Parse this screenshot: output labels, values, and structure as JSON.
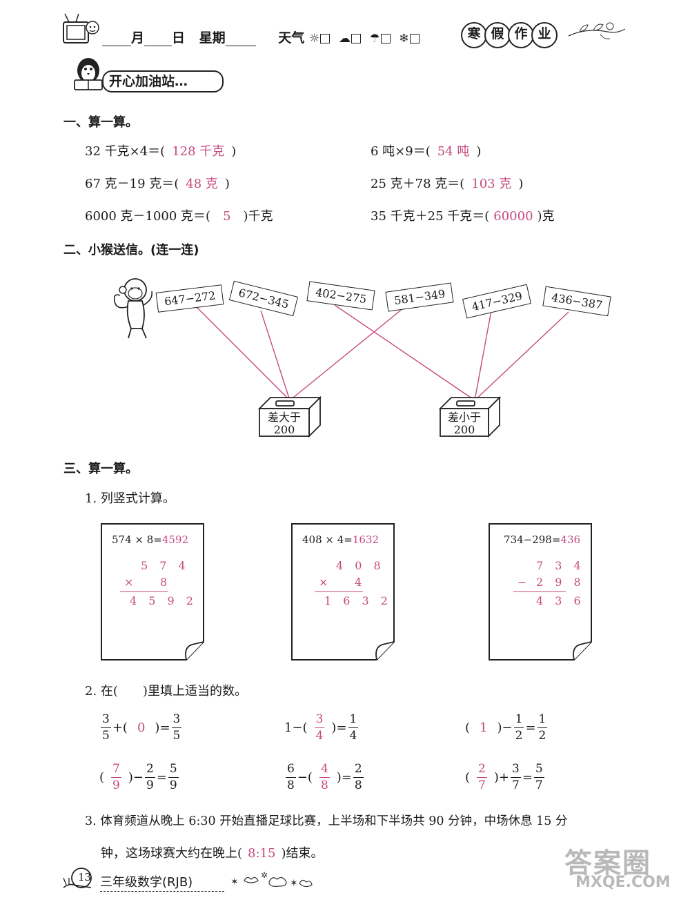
{
  "header": {
    "month": "月",
    "day": "日",
    "weekday": "星期",
    "weather": "天气",
    "badge": [
      "寒",
      "假",
      "作",
      "业"
    ]
  },
  "banner": {
    "title": "开心加油站…"
  },
  "section1": {
    "title": "一、算一算。",
    "items": [
      {
        "pre": "32 千克×4＝(",
        "ans": "128 千克",
        "post": ")"
      },
      {
        "pre": "6 吨×9＝(",
        "ans": "54 吨",
        "post": ")"
      },
      {
        "pre": "67 克－19 克＝(",
        "ans": "48 克",
        "post": ")"
      },
      {
        "pre": "25 克＋78 克＝(",
        "ans": "103 克",
        "post": ")"
      },
      {
        "pre": "6000 克－1000 克＝(",
        "ans": "5",
        "post": ")千克"
      },
      {
        "pre": "35 千克＋25 千克＝(",
        "ans": "60000",
        "post": ")克"
      }
    ]
  },
  "section2": {
    "title": "二、小猴送信。(连一连)",
    "cards": [
      "647−272",
      "672−345",
      "402−275",
      "581−349",
      "417−329",
      "436−387"
    ],
    "boxes": [
      {
        "line1": "差大于",
        "line2": "200"
      },
      {
        "line1": "差小于",
        "line2": "200"
      }
    ]
  },
  "section3": {
    "title": "三、算一算。",
    "sub1": {
      "title": "1. 列竖式计算。",
      "calcs": [
        {
          "expr": "574 × 8=",
          "ans": "4592",
          "top": "5 7 4",
          "op": "×",
          "second": "8",
          "result": "4 5 9 2"
        },
        {
          "expr": "408 × 4=",
          "ans": "1632",
          "top": "4 0 8",
          "op": "×",
          "second": "4",
          "result": "1 6 3 2"
        },
        {
          "expr": "734−298=",
          "ans": "436",
          "top": "7 3 4",
          "op": "−",
          "second": "2 9 8",
          "result": "4 3 6"
        }
      ]
    },
    "sub2": {
      "title": "2. 在(　　)里填上适当的数。",
      "paren_open": "(",
      "paren_close": ")",
      "ops": {
        "plus": "+",
        "minus": "−",
        "eq": "=",
        "one": "1"
      },
      "f": {
        "a_n": "3",
        "a_d": "5",
        "a_ans": "0",
        "a_rn": "3",
        "a_rd": "5",
        "b_ans_n": "3",
        "b_ans_d": "4",
        "b_rn": "1",
        "b_rd": "4",
        "c_ans": "1",
        "c_n": "1",
        "c_d": "2",
        "c_rn": "1",
        "c_rd": "2",
        "d_ans_n": "7",
        "d_ans_d": "9",
        "d_n": "2",
        "d_d": "9",
        "d_rn": "5",
        "d_rd": "9",
        "e_n": "6",
        "e_d": "8",
        "e_ans_n": "4",
        "e_ans_d": "8",
        "e_rn": "2",
        "e_rd": "8",
        "g_ans_n": "2",
        "g_ans_d": "7",
        "g_n": "3",
        "g_d": "7",
        "g_rn": "5",
        "g_rd": "7"
      }
    },
    "sub3": {
      "line1": "3. 体育频道从晚上 6:30 开始直播足球比赛，上半场和下半场共 90 分钟，中场休息 15 分",
      "line2_pre": "钟，这场球赛大约在晚上(",
      "line2_ans": "8:15",
      "line2_post": ")结束。"
    }
  },
  "footer": {
    "page": "13",
    "book": "三年级数学(RJB)"
  },
  "watermark": {
    "text": "答案圈",
    "url": "MXQE.COM"
  }
}
